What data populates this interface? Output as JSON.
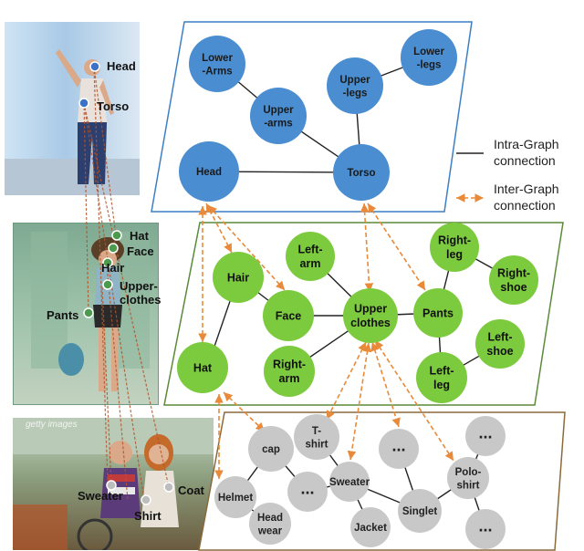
{
  "legend": {
    "intra_line1": "Intra-Graph",
    "intra_line2": "connection",
    "inter_line1": "Inter-Graph",
    "inter_line2": "connection"
  },
  "watermark": "getty images",
  "colors": {
    "body_node": "#4a8ed1",
    "body_frame": "#3d7fc4",
    "clothes_node": "#7ccb3e",
    "clothes_frame": "#5a8a3a",
    "fashion_node": "#c8c8c8",
    "fashion_frame": "#8a6a3a",
    "inter_edge": "#e88a3a"
  },
  "body_nodes": {
    "lower_arms": [
      "Lower",
      "-Arms"
    ],
    "upper_arms": [
      "Upper",
      "-arms"
    ],
    "upper_legs": [
      "Upper",
      "-legs"
    ],
    "lower_legs": [
      "Lower",
      "-legs"
    ],
    "head": [
      "Head"
    ],
    "torso": [
      "Torso"
    ]
  },
  "clothes_nodes": {
    "left_arm": [
      "Left-",
      "arm"
    ],
    "hair": [
      "Hair"
    ],
    "face": [
      "Face"
    ],
    "upper_clothes": [
      "Upper",
      "clothes"
    ],
    "pants": [
      "Pants"
    ],
    "right_leg": [
      "Right-",
      "leg"
    ],
    "right_shoe": [
      "Right-",
      "shoe"
    ],
    "hat": [
      "Hat"
    ],
    "right_arm": [
      "Right-",
      "arm"
    ],
    "left_shoe": [
      "Left-",
      "shoe"
    ],
    "left_leg": [
      "Left-",
      "leg"
    ]
  },
  "fashion_nodes": {
    "cap": [
      "cap"
    ],
    "t_shirt": [
      "T-",
      "shirt"
    ],
    "dots1": [
      "..."
    ],
    "dots2": [
      "..."
    ],
    "helmet": [
      "Helmet"
    ],
    "dots3": [
      "..."
    ],
    "sweater": [
      "Sweater"
    ],
    "polo_shirt": [
      "Polo-",
      "shirt"
    ],
    "head_wear": [
      "Head",
      "wear"
    ],
    "jacket": [
      "Jacket"
    ],
    "singlet": [
      "Singlet"
    ],
    "dots4": [
      "..."
    ]
  },
  "photo_tags": {
    "head": "Head",
    "torso": "Torso",
    "hat": "Hat",
    "face": "Face",
    "hair": "Hair",
    "upper_clothes": [
      "Upper-",
      "clothes"
    ],
    "pants": "Pants",
    "sweater": "Sweater",
    "shirt": "Shirt",
    "coat": "Coat"
  }
}
